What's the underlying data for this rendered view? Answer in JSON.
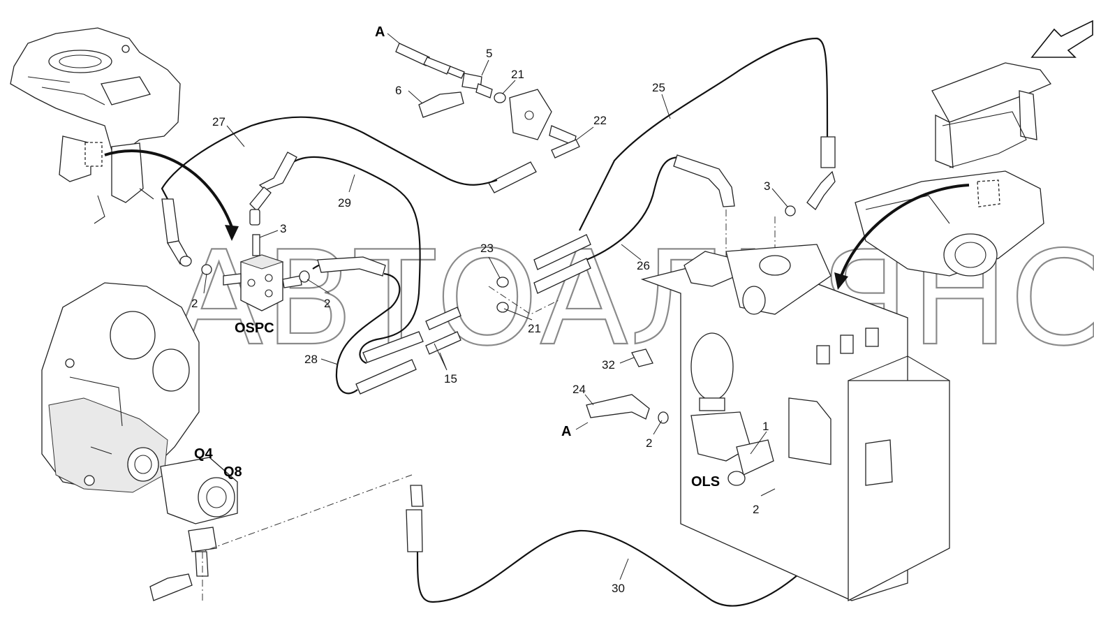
{
  "labels": {
    "A_top": "A",
    "A_bottom": "A",
    "n5": "5",
    "n6": "6",
    "n21_top": "21",
    "n22": "22",
    "n25": "25",
    "n27": "27",
    "n29": "29",
    "n3_left": "3",
    "n3_right": "3",
    "n23": "23",
    "n26": "26",
    "n2_a": "2",
    "n2_b": "2",
    "n21_mid": "21",
    "n28": "28",
    "n15": "15",
    "n32": "32",
    "n24": "24",
    "n2_c": "2",
    "n1": "1",
    "n2_d": "2",
    "n30": "30"
  },
  "tags": {
    "ospc": "OSPC",
    "q4": "Q4",
    "q8": "Q8",
    "ols": "OLS"
  },
  "watermark": "АВТОАЛЬЯНС",
  "colors": {
    "line": "#111111",
    "watermark_stroke": "#8a8a8a",
    "part_fill": "#ffffff",
    "shade_fill": "#e9e9e9"
  }
}
